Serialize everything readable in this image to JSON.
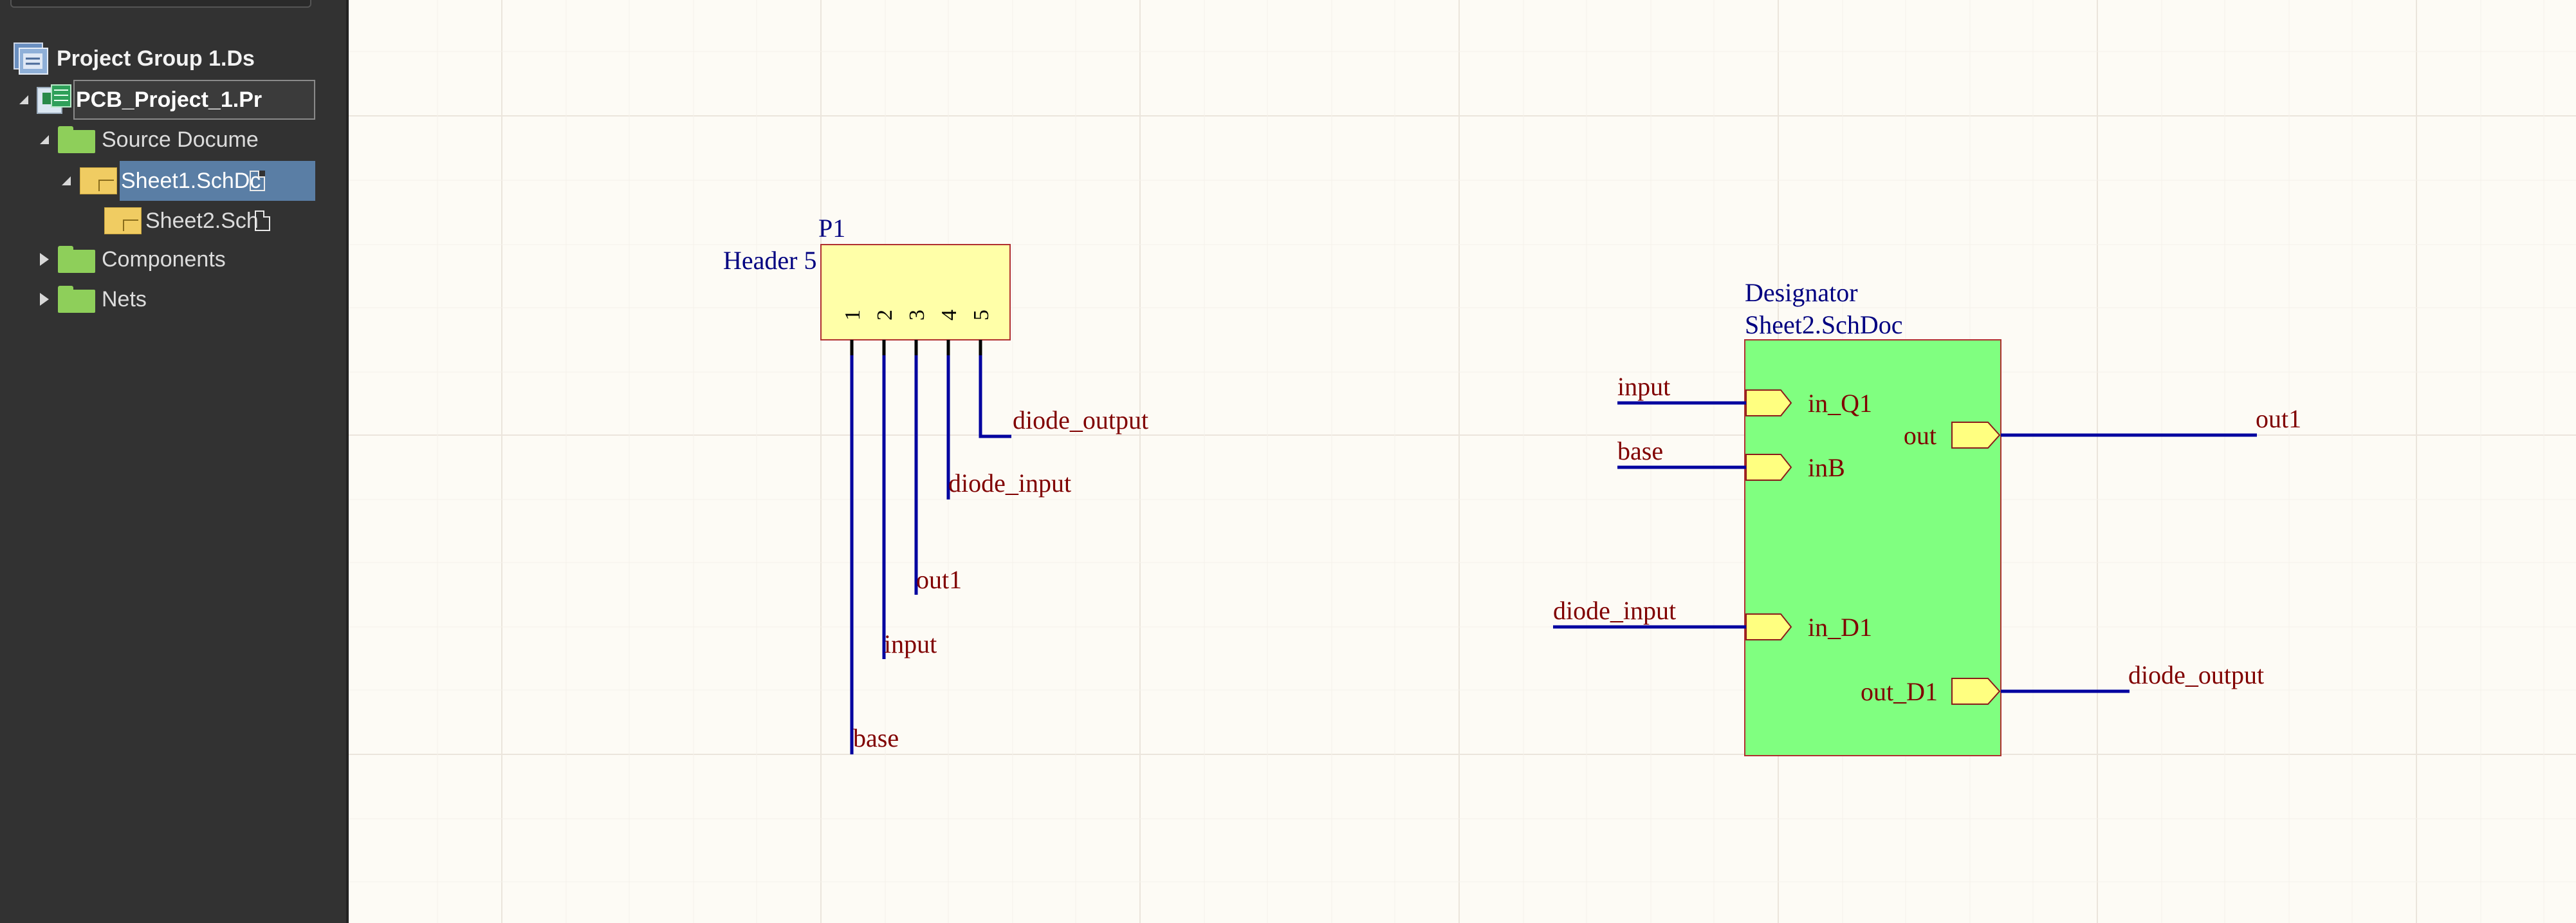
{
  "colors": {
    "sidebar_bg": "#323232",
    "selection_bg": "#5a7ea5",
    "canvas_bg": "#fdfbf5",
    "grid_line": "#ebe5dc",
    "wire": "#00009f",
    "net_label": "#800000",
    "designator": "#000080",
    "header_fill": "#ffffa8",
    "sheet_fill": "#80ff80",
    "port_fill": "#ffff80"
  },
  "project_tree": {
    "group": {
      "label": "Project Group 1.Ds",
      "icon": "project-group-icon"
    },
    "project": {
      "label": "PCB_Project_1.Pr",
      "icon": "pcb-project-icon",
      "expanded": true
    },
    "folders": [
      {
        "label": "Source Docume",
        "icon": "folder-icon",
        "expanded": true
      },
      {
        "label": "Components",
        "icon": "folder-icon",
        "expanded": false
      },
      {
        "label": "Nets",
        "icon": "folder-icon",
        "expanded": false
      }
    ],
    "documents": [
      {
        "label": "Sheet1.SchDc",
        "icon": "schematic-doc-icon",
        "selected": true
      },
      {
        "label": "Sheet2.Sch",
        "icon": "schematic-doc-icon",
        "selected": false
      }
    ]
  },
  "schematic": {
    "header": {
      "designator": "P1",
      "comment": "Header 5",
      "pins": [
        "1",
        "2",
        "3",
        "4",
        "5"
      ],
      "pin_nets": [
        "base",
        "input",
        "out1",
        "diode_input",
        "diode_output"
      ]
    },
    "sheet_symbol": {
      "designator": "Designator",
      "filename": "Sheet2.SchDoc",
      "entries": [
        {
          "name": "in_Q1",
          "side": "left",
          "net": "input"
        },
        {
          "name": "inB",
          "side": "left",
          "net": "base"
        },
        {
          "name": "in_D1",
          "side": "left",
          "net": "diode_input"
        },
        {
          "name": "out",
          "side": "right",
          "net": "out1"
        },
        {
          "name": "out_D1",
          "side": "right",
          "net": "diode_output"
        }
      ]
    }
  }
}
